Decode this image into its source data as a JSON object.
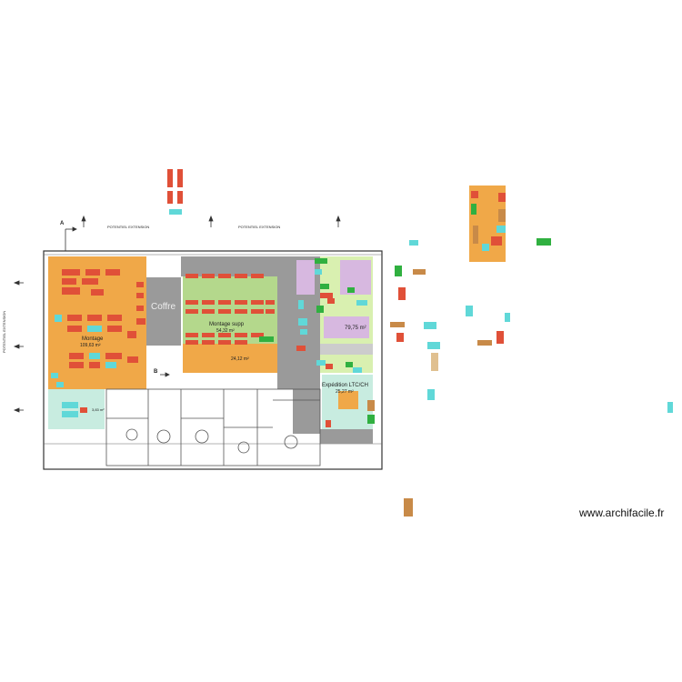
{
  "plan": {
    "title": "",
    "labels": {
      "potentiel_extension_1": "POTENTIEL EXTENSION",
      "potentiel_extension_2": "POTENTIEL EXTENSION",
      "potentiel_extension_side": "POTENTIEL EXTENSION",
      "marker_a": "A",
      "marker_b": "B",
      "coffre": "Coffre",
      "montage_name": "Montage",
      "montage_area": "109,63 m²",
      "montage_supp_name": "Montage supp",
      "montage_supp_area": "54,32 m²",
      "zone_24_area": "24,12 m²",
      "zone_79_area": "79,75 m²",
      "expedition_name": "Expédition LTC/CH",
      "expedition_area": "25,27 m²",
      "small_area_left": "3,83 m²"
    },
    "colors": {
      "montage": "#f0a848",
      "montage_supp": "#b4d88c",
      "zone_orange": "#f0a848",
      "corridor": "#9a9a9a",
      "light_green": "#d9f0b0",
      "lavender": "#d7b8e0",
      "teal": "#c8ece0",
      "rack_red": "#e05038",
      "rack_cyan": "#60d8d8",
      "rack_green": "#30b040",
      "rack_brown": "#c88a48",
      "rack_tan": "#e0c090",
      "office_line": "#555555"
    }
  },
  "watermark": "www.archifacile.fr"
}
